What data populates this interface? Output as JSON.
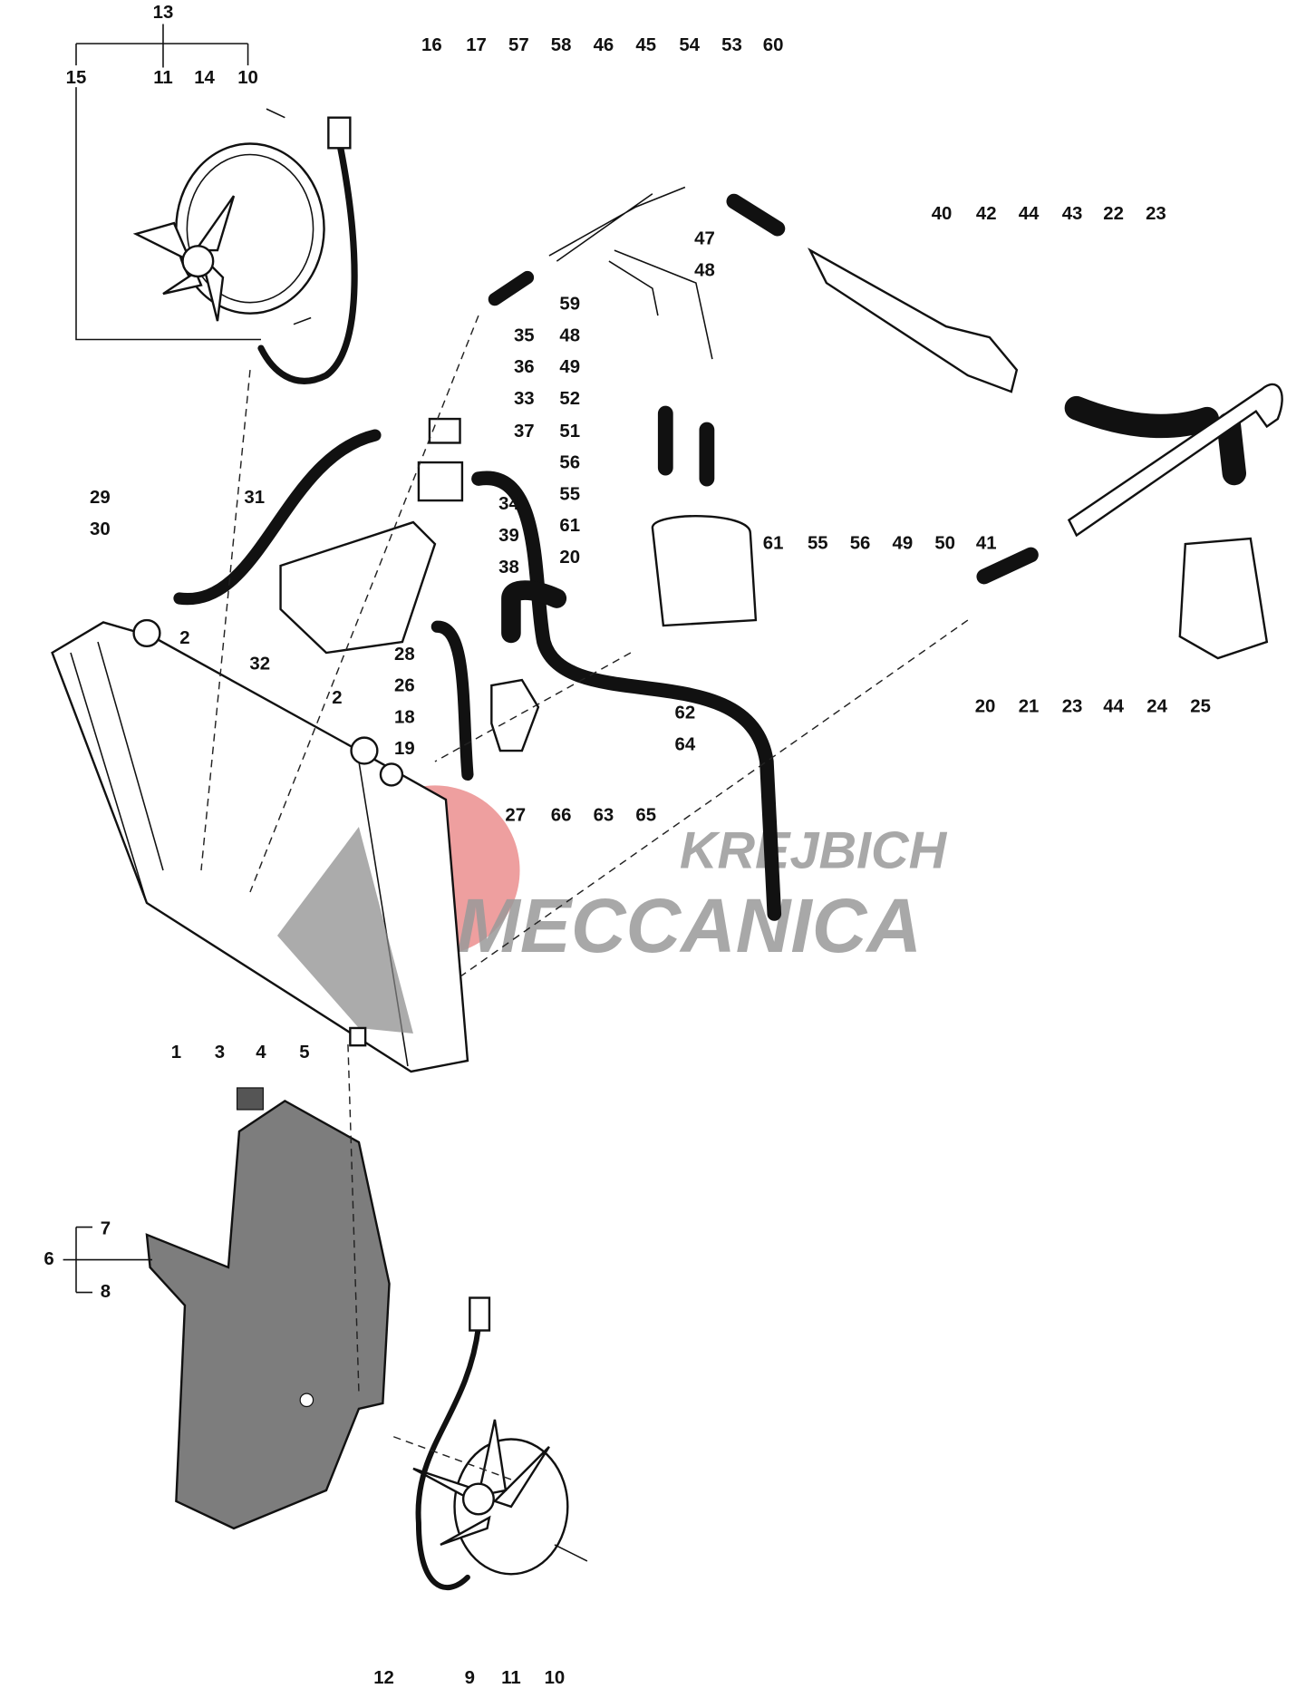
{
  "diagram": {
    "title": "",
    "watermark": {
      "line1": "KREJBICH",
      "line2": "MECCANICA"
    },
    "colors": {
      "watermark_circle": "#e05050",
      "watermark_text": "#9a9a9a",
      "ink": "#111111",
      "shroud": "#7d7d7d"
    },
    "part_labels": [
      "13",
      "15",
      "11",
      "14",
      "10",
      "16",
      "17",
      "57",
      "58",
      "46",
      "45",
      "54",
      "53",
      "60",
      "40",
      "42",
      "44",
      "43",
      "22",
      "23",
      "47",
      "48",
      "59",
      "48",
      "49",
      "52",
      "51",
      "56",
      "55",
      "61",
      "35",
      "36",
      "33",
      "37",
      "34",
      "39",
      "38",
      "20",
      "61",
      "55",
      "56",
      "49",
      "50",
      "41",
      "29",
      "30",
      "31",
      "2",
      "32",
      "28",
      "26",
      "18",
      "19",
      "2",
      "62",
      "64",
      "27",
      "66",
      "63",
      "65",
      "20",
      "21",
      "23",
      "44",
      "24",
      "25",
      "1",
      "3",
      "4",
      "5",
      "7",
      "6",
      "8",
      "12",
      "9",
      "11",
      "10"
    ]
  }
}
